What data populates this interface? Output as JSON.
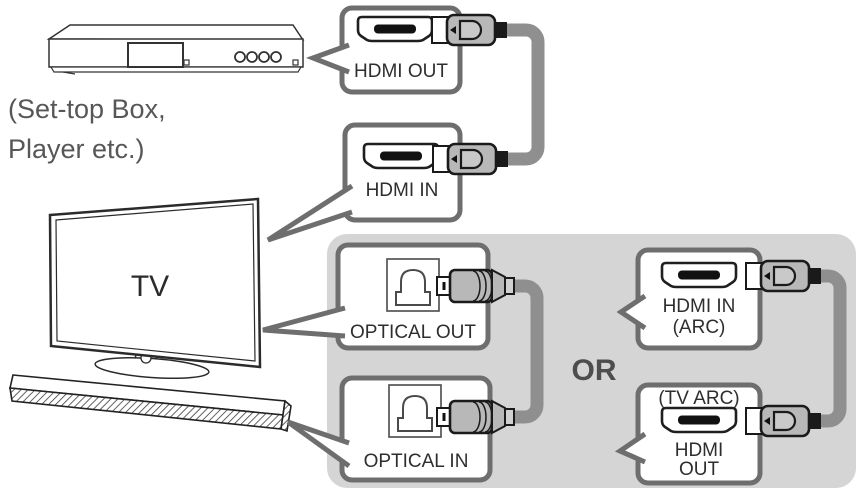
{
  "diagram": {
    "source_device": {
      "caption_line1": "(Set-top Box,",
      "caption_line2": "Player etc.)"
    },
    "tv_label": "TV",
    "or_label": "OR",
    "callouts": {
      "hdmi_out": "HDMI OUT",
      "hdmi_in": "HDMI IN",
      "optical_out": "OPTICAL OUT",
      "optical_in": "OPTICAL IN",
      "hdmi_in_arc_line1": "HDMI IN",
      "hdmi_in_arc_line2": "(ARC)",
      "tv_arc_line1": "(TV ARC)",
      "tv_arc_line2": "HDMI",
      "tv_arc_line3": "OUT"
    },
    "colors": {
      "panel_background": "#d5d5d5",
      "callout_border": "#6e6e6e",
      "cable": "#8f8f8f",
      "plug_body": "#b8b8b8",
      "label_text": "#2e2e2e",
      "caption_text": "#575757",
      "or_text": "#4d4d4d"
    }
  }
}
